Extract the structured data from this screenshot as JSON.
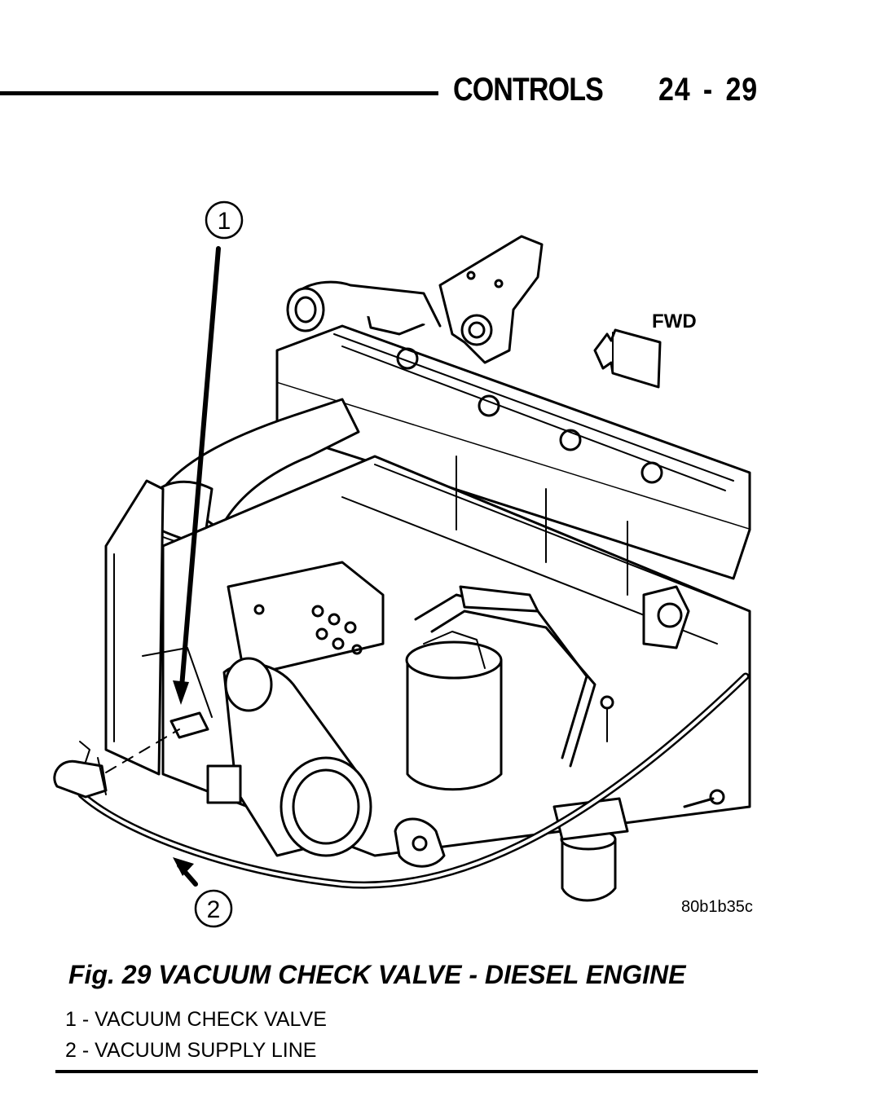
{
  "header": {
    "section": "CONTROLS",
    "page": "24 - 29"
  },
  "figure": {
    "direction_label": "FWD",
    "diagram_code": "80b1b35c",
    "callouts": [
      "1",
      "2"
    ]
  },
  "caption": "Fig. 29 VACUUM CHECK VALVE - DIESEL ENGINE",
  "legend": [
    "1 - VACUUM CHECK VALVE",
    "2 - VACUUM SUPPLY LINE"
  ]
}
